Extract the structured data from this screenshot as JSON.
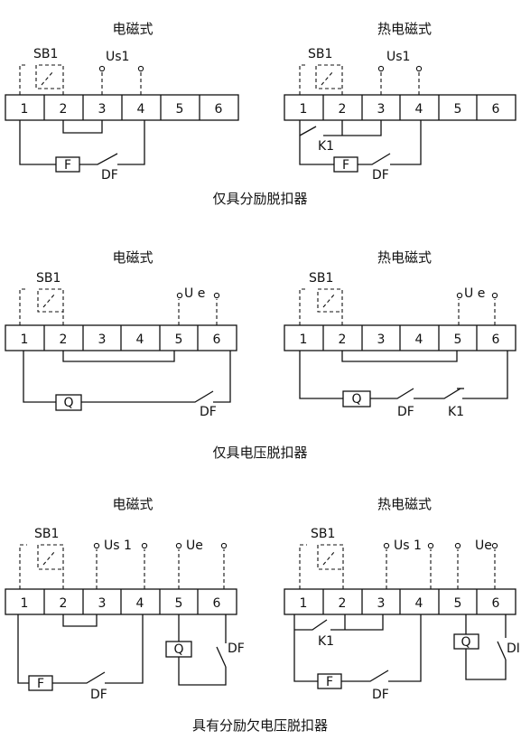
{
  "rows": [
    {
      "caption": "仅具分励脱扣器",
      "left": {
        "title": "电磁式",
        "labels": [
          "SB1",
          "Us1",
          "F",
          "DF"
        ]
      },
      "right": {
        "title": "热电磁式",
        "labels": [
          "SB1",
          "Us1",
          "K1",
          "F",
          "DF"
        ]
      }
    },
    {
      "caption": "仅具电压脱扣器",
      "left": {
        "title": "电磁式",
        "labels": [
          "SB1",
          "U e",
          "Q",
          "DF"
        ]
      },
      "right": {
        "title": "热电磁式",
        "labels": [
          "SB1",
          "U e",
          "Q",
          "DF",
          "K1"
        ]
      }
    },
    {
      "caption": "具有分励欠电压脱扣器",
      "left": {
        "title": "电磁式",
        "labels": [
          "SB1",
          "Us 1",
          "Ue",
          "F",
          "Q",
          "DF",
          "DF"
        ]
      },
      "right": {
        "title": "热电磁式",
        "labels": [
          "SB1",
          "Us 1",
          "Ue",
          "K1",
          "Q",
          "DI",
          "F",
          "DF"
        ]
      }
    }
  ],
  "terminal_numbers": [
    "1",
    "2",
    "3",
    "4",
    "5",
    "6"
  ]
}
